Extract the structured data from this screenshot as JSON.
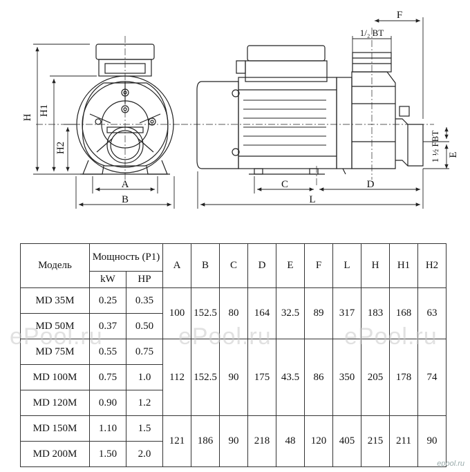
{
  "drawing_labels": {
    "H": "H",
    "H1": "H1",
    "H2": "H2",
    "A": "A",
    "B": "B",
    "C": "C",
    "D": "D",
    "L": "L",
    "E": "E",
    "F": "F",
    "bt_top": "1/₂ BT",
    "fbt_side": "1 ½ FBT"
  },
  "table": {
    "model_header": "Модель",
    "power_header": "Мощность (P1)",
    "kw_header": "kW",
    "hp_header": "HP",
    "dim_headers": [
      "A",
      "B",
      "C",
      "D",
      "E",
      "F",
      "L",
      "H",
      "H1",
      "H2"
    ],
    "rows": [
      {
        "model": "MD 35M",
        "kw": "0.25",
        "hp": "0.35"
      },
      {
        "model": "MD 50M",
        "kw": "0.37",
        "hp": "0.50"
      },
      {
        "model": "MD 75M",
        "kw": "0.55",
        "hp": "0.75"
      },
      {
        "model": "MD 100M",
        "kw": "0.75",
        "hp": "1.0"
      },
      {
        "model": "MD 120M",
        "kw": "0.90",
        "hp": "1.2"
      },
      {
        "model": "MD 150M",
        "kw": "1.10",
        "hp": "1.5"
      },
      {
        "model": "MD 200M",
        "kw": "1.50",
        "hp": "2.0"
      }
    ],
    "groups": [
      {
        "A": "100",
        "B": "152.5",
        "C": "80",
        "D": "164",
        "E": "32.5",
        "F": "89",
        "L": "317",
        "H": "183",
        "H1": "168",
        "H2": "63"
      },
      {
        "A": "112",
        "B": "152.5",
        "C": "90",
        "D": "175",
        "E": "43.5",
        "F": "86",
        "L": "350",
        "H": "205",
        "H1": "178",
        "H2": "74"
      },
      {
        "A": "121",
        "B": "186",
        "C": "90",
        "D": "218",
        "E": "48",
        "F": "120",
        "L": "405",
        "H": "215",
        "H1": "211",
        "H2": "90"
      }
    ]
  },
  "watermark": "ePool.ru",
  "logo": "epool.ru"
}
